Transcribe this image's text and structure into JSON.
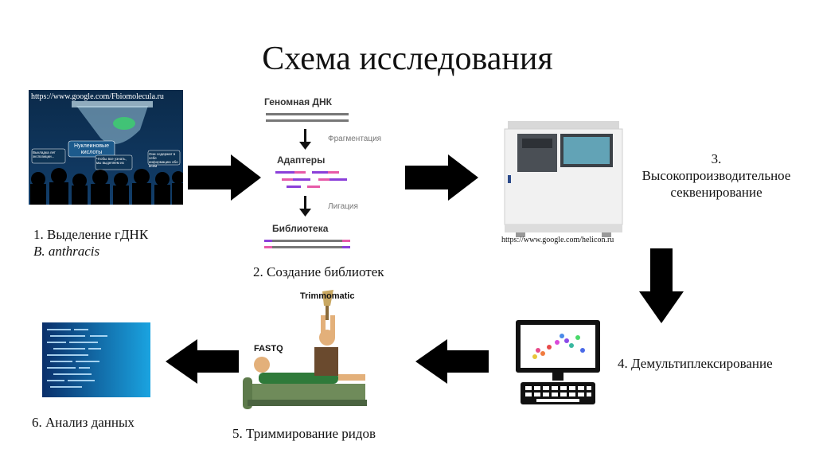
{
  "slide": {
    "title": "Схема исследования"
  },
  "steps": {
    "step1_line1": "1. Выделение гДНК",
    "step1_line2": "B. anthracis",
    "step2": "2. Создание библиотек",
    "step3_line1": "3.",
    "step3_line2": "Высокопроизводительное",
    "step3_line3": "секвенирование",
    "step4": "4. Демультиплексирование",
    "step5": "5. Триммирование ридов",
    "step6": "6. Анализ данных"
  },
  "image1": {
    "url": "https://www.google.com/Fbiomolecula.ru",
    "bubble_center": "Нуклеиновые кислоты",
    "bubble_left": "Выкладка лет экспозиции...",
    "bubble_mid": "Чтобы все узнать, мы выделяем их",
    "bubble_right": "Они содержат в себе информацию обо всем"
  },
  "library_diagram": {
    "genomic_dna": "Геномная ДНК",
    "fragmentation": "Фрагментация",
    "adapters": "Адаптеры",
    "ligation": "Лигация",
    "library": "Библиотека"
  },
  "image3": {
    "url": "https://www.google.com/helicon.ru"
  },
  "image5": {
    "trimmomatic": "Trimmomatic",
    "fastq": "FASTQ"
  },
  "colors": {
    "arrow": "#000000",
    "adapter_purple": "#8b3fd9",
    "adapter_pink": "#e75aa8",
    "dna_gray": "#777777"
  }
}
